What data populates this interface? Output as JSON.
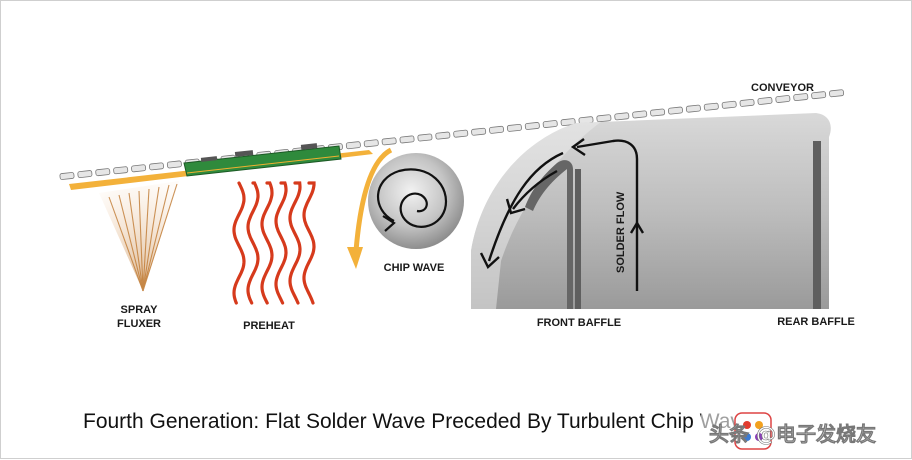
{
  "labels": {
    "conveyor": "CONVEYOR",
    "spray_fluxer_line1": "SPRAY",
    "spray_fluxer_line2": "FLUXER",
    "preheat": "PREHEAT",
    "chip_wave": "CHIP WAVE",
    "solder_flow": "SOLDER FLOW",
    "front_baffle": "FRONT BAFFLE",
    "rear_baffle": "REAR BAFFLE"
  },
  "caption": "Fourth Generation: Flat Solder Wave Preceded By Turbulent Chip Wave",
  "watermark": {
    "text": "头条 @电子发烧友"
  },
  "colors": {
    "board": "#2f8a3c",
    "board_trace": "#f0b030",
    "flux_spray": "#c9853d",
    "heat_waves": "#d63a1c",
    "solder": "#cfcfcf",
    "arrow": "#111111"
  }
}
